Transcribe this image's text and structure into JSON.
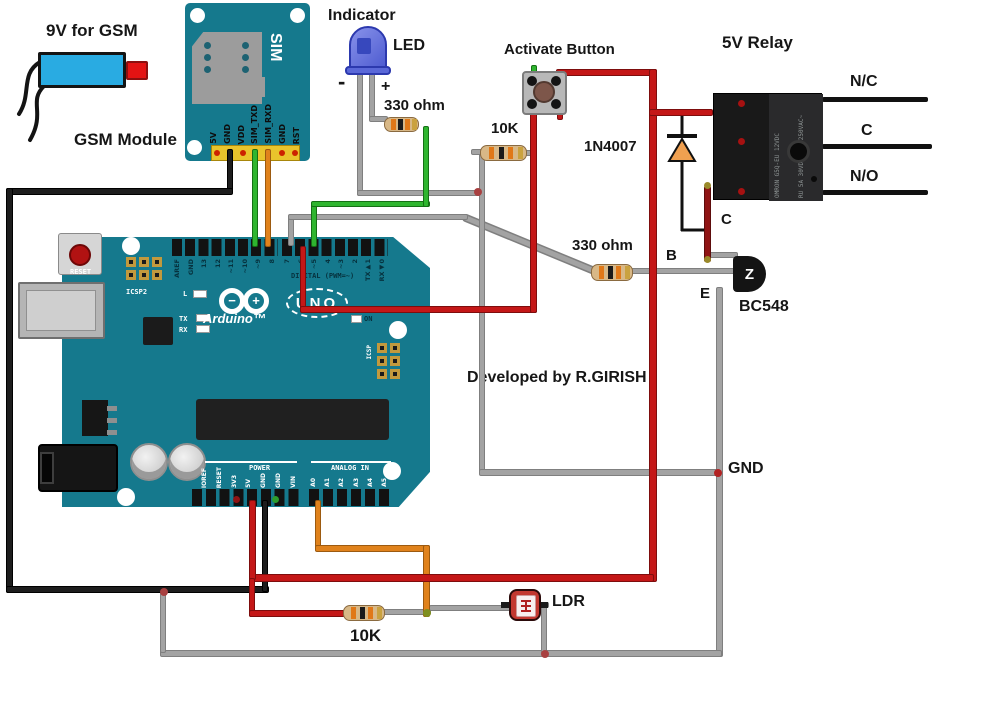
{
  "labels": {
    "battery": "9V for GSM",
    "gsm_module": "GSM Module",
    "indicator": "Indicator",
    "led": "LED",
    "led_minus": "-",
    "led_plus": "+",
    "led_resistor": "330 ohm",
    "activate_button": "Activate Button",
    "button_resistor": "10K",
    "diode": "1N4007",
    "relay": "5V Relay",
    "relay_nc": "N/C",
    "relay_c": "C",
    "relay_no": "N/O",
    "base_resistor": "330 ohm",
    "transistor_b": "B",
    "transistor_c": "C",
    "transistor_e": "E",
    "transistor": "BC548",
    "transistor_mark": "Z",
    "credit": "Developed by R.GIRISH",
    "gnd": "GND",
    "ldr_resistor": "10K",
    "ldr": "LDR"
  },
  "gsm": {
    "sim": "SIM",
    "pins": [
      "5V",
      "GND",
      "VDD",
      "SIM_TXD",
      "SIM_RXD",
      "GND",
      "RST"
    ]
  },
  "arduino": {
    "reset": "RESET",
    "icsp2": "ICSP2",
    "icsp": "ICSP",
    "l": "L",
    "tx": "TX",
    "rx": "RX",
    "on": "ON",
    "digital": "DIGITAL (PWM=~)",
    "brand": "Arduino™",
    "model": "UNO",
    "logo_minus": "−",
    "logo_plus": "+",
    "top_pins_left": [
      "AREF",
      "GND",
      "13",
      "12",
      "~11",
      "~10",
      "~9",
      "8"
    ],
    "top_pins_right": [
      "7",
      "~6",
      "~5",
      "4",
      "~3",
      "2",
      "TX▶1",
      "RX◀0"
    ],
    "power": "POWER",
    "analog": "ANALOG IN",
    "power_pins": [
      "IOREF",
      "RESET",
      "3V3",
      "5V",
      "GND",
      "GND",
      "VIN"
    ],
    "analog_pins": [
      "A0",
      "A1",
      "A2",
      "A3",
      "A4",
      "A5"
    ]
  },
  "relay": {
    "side_text_1": "OMRON G5Q-EU 12VDC",
    "side_text_2": "RU 5A 30VDC 10A 250VAC~"
  },
  "colors": {
    "board_teal": "#15798d",
    "wire_red": "#c41717",
    "wire_dark_red": "#8f1414",
    "wire_green": "#2fb52f",
    "wire_orange": "#e0821c",
    "wire_gray": "#a3a3a3",
    "wire_black": "#1d1d1d",
    "battery_blue": "#29abe2",
    "led_blue": "#5a68d8",
    "resistor_tan": "#d8b887",
    "header_yellow": "#e9c42c"
  }
}
